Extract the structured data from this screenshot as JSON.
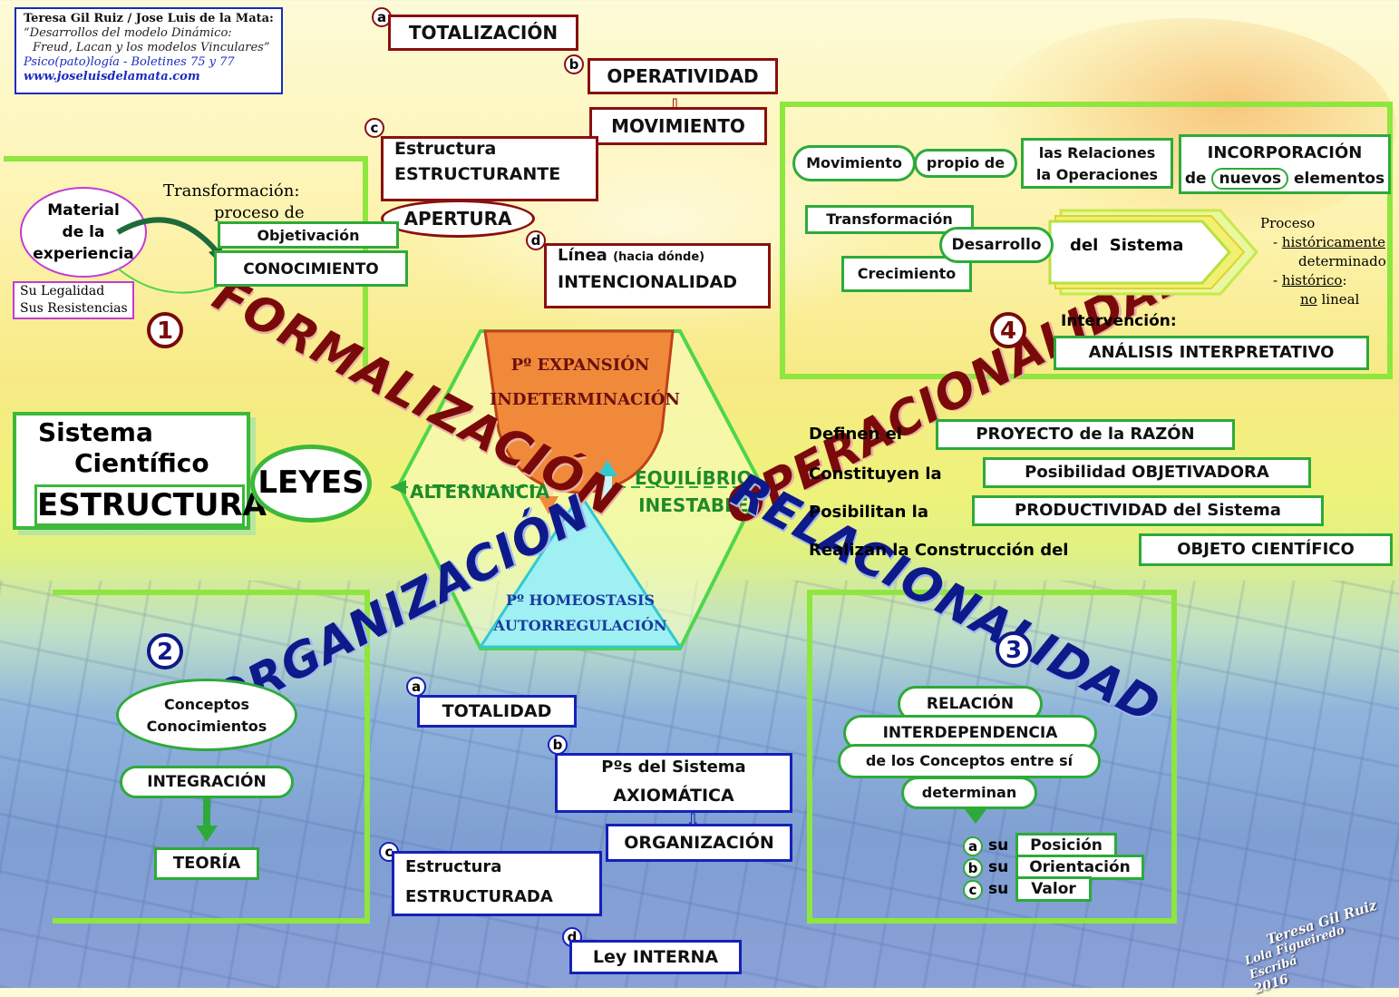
{
  "credit": {
    "line1": "Teresa Gil Ruiz / Jose Luis de la Mata:",
    "line2": "“Desarrollos del modelo Dinámico:",
    "line3": "Freud, Lacan y los modelos Vinculares”",
    "line4": "Psico(pato)logía - Boletines 75 y 77",
    "line5": "www.joseluisdelamata.com"
  },
  "center": {
    "expansion1": "Pº EXPANSIÓN",
    "expansion2": "INDETERMINACIÓN",
    "homeostasis1": "Pº HOMEOSTASIS",
    "homeostasis2": "AUTORREGULACIÓN",
    "alternancia": "ALTERNANCIA",
    "equilibrio1": "EQUILÍBRIO",
    "equilibrio2": "INESTABLE"
  },
  "axes": {
    "formalizacion": "FORMALIZACIÓN",
    "operacionalidad": "OPERACIONALIDAD",
    "organizacion": "ORGANIZACIÓN",
    "relacionalidad": "RELACIONALIDAD",
    "n1": "1",
    "n2": "2",
    "n3": "3",
    "n4": "4"
  },
  "left": {
    "sistema": "Sistema",
    "cientifico": "Científico",
    "estructura": "ESTRUCTURA",
    "leyes": "LEYES"
  },
  "top": {
    "a": "a",
    "totalizacion": "TOTALIZACIÓN",
    "b": "b",
    "operatividad": "OPERATIVIDAD",
    "movimiento": "MOVIMIENTO",
    "c": "c",
    "estructura": "Estructura",
    "estructurante": "ESTRUCTURANTE",
    "apertura": "APERTURA",
    "d": "d",
    "linea": "Línea",
    "hacia": "(hacia dónde)",
    "intencionalidad": "INTENCIONALIDAD"
  },
  "box1": {
    "material1": "Material",
    "material2": "de la",
    "material3": "experiencia",
    "transformacion": "Transformación:",
    "proceso": "proceso de",
    "objetivacion": "Objetivación",
    "conocimiento": "CONOCIMIENTO",
    "legalidad": "Su Legalidad",
    "resistencias": "Sus Resistencias"
  },
  "box4": {
    "movimiento": "Movimiento",
    "propio": "propio de",
    "relaciones": "las Relaciones",
    "operaciones": "la Operaciones",
    "incorporacion": "INCORPORACIÓN",
    "de": "de",
    "nuevos": "nuevos",
    "elementos": "elementos",
    "transformacion": "Transformación",
    "desarrollo": "Desarrollo",
    "crecimiento": "Crecimiento",
    "delsistema": "del  Sistema",
    "proceso": "Proceso",
    "hist1": "históricamente",
    "hist1pre": "- ",
    "det": "determinado",
    "hist2pre": "- ",
    "hist2": "histórico",
    ":": ":",
    "no": "no",
    "lineal": " lineal",
    "intervencion": "Intervención:",
    "analisis": "ANÁLISIS INTERPRETATIVO"
  },
  "right": {
    "r1a": "Definen el",
    "r1b": "PROYECTO de la RAZÓN",
    "r2a": "Constituyen la",
    "r2b": "Posibilidad OBJETIVADORA",
    "r3a": "Posibilitan la",
    "r3b": "PRODUCTIVIDAD del Sistema",
    "r4a": "Realizan la Construcción del",
    "r4b": "OBJETO CIENTÍFICO"
  },
  "box2": {
    "conceptos": "Conceptos",
    "conocimientos": "Conocimientos",
    "integracion": "INTEGRACIÓN",
    "teoria": "TEORÍA"
  },
  "bottom": {
    "a": "a",
    "totalidad": "TOTALIDAD",
    "b": "b",
    "ps": "Pºs del Sistema",
    "axiomatica": "AXIOMÁTICA",
    "organizacion": "ORGANIZACIÓN",
    "c": "c",
    "estructura": "Estructura",
    "estructurada": "ESTRUCTURADA",
    "d": "d",
    "ley": "Ley INTERNA"
  },
  "box3": {
    "relacion": "RELACIÓN",
    "interdependencia": "INTERDEPENDENCIA",
    "conceptos": "de los Conceptos entre sí",
    "determinan": "determinan",
    "a": "a",
    "b": "b",
    "c": "c",
    "su": "su",
    "posicion": "Posición",
    "orientacion": "Orientación",
    "valor": "Valor"
  },
  "signature": {
    "l1": "Teresa Gil Ruiz",
    "l2": "Lola Figueiredo Escribá",
    "l3": "2016"
  },
  "colors": {
    "red": "#8a0f0f",
    "blue": "#1620b8",
    "green": "#2daa3a",
    "lime": "#8ee63e"
  }
}
